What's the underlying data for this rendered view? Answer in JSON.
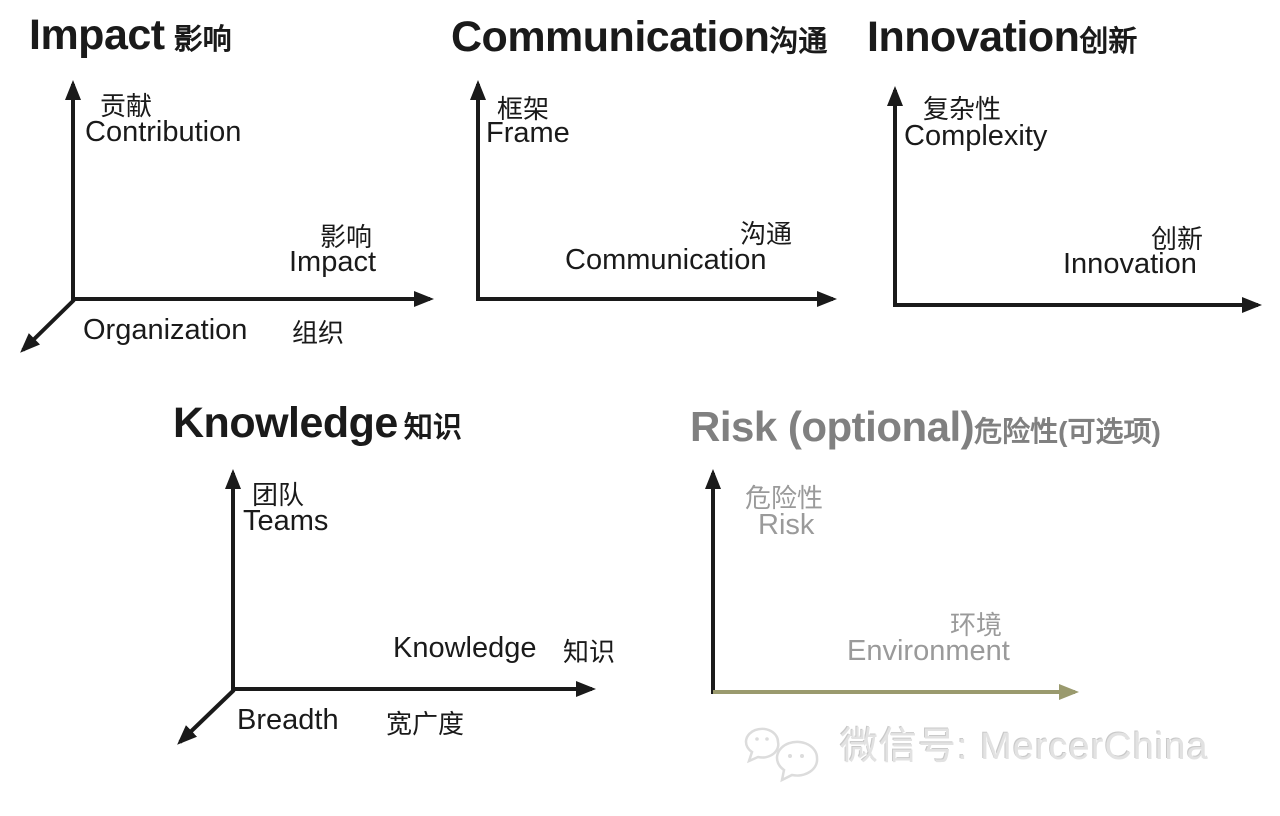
{
  "colors": {
    "ink": "#1a1a1a",
    "risk_gray": "#808080",
    "risk_label_gray": "#9a9a9a",
    "risk_axis_olive": "#9a9a6e",
    "watermark_gray": "#e2e2e2"
  },
  "charts": {
    "impact": {
      "title_en": "Impact",
      "title_zh": "影响",
      "y_label_zh": "贡献",
      "y_label_en": "Contribution",
      "x_label_zh": "影响",
      "x_label_en": "Impact",
      "z_label_en": "Organization",
      "z_label_zh": "组织"
    },
    "communication": {
      "title_en": "Communication",
      "title_zh": "沟通",
      "y_label_zh": "框架",
      "y_label_en": "Frame",
      "x_label_zh": "沟通",
      "x_label_en": "Communication"
    },
    "innovation": {
      "title_en": "Innovation",
      "title_zh": "创新",
      "y_label_zh": "复杂性",
      "y_label_en": "Complexity",
      "x_label_zh": "创新",
      "x_label_en": "Innovation"
    },
    "knowledge": {
      "title_en": "Knowledge",
      "title_zh": "知识",
      "y_label_zh": "团队",
      "y_label_en": "Teams",
      "x_label_en": "Knowledge",
      "x_label_zh": "知识",
      "z_label_en": "Breadth",
      "z_label_zh": "宽广度"
    },
    "risk": {
      "title_en": "Risk (optional)",
      "title_zh": "危险性(可选项)",
      "y_label_zh": "危险性",
      "y_label_en": "Risk",
      "x_label_zh": "环境",
      "x_label_en": "Environment"
    }
  },
  "watermark": {
    "label": "微信号: MercerChina",
    "icon": "wechat-icon"
  }
}
